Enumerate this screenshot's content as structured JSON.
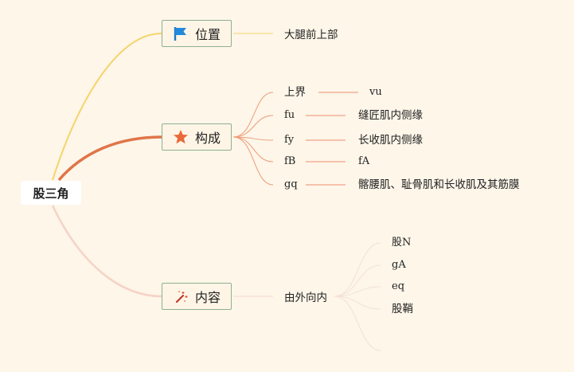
{
  "root": {
    "label": "股三角"
  },
  "branches": [
    {
      "label": "位置",
      "icon": "flag-icon",
      "color": "#f6cc55",
      "children": [
        {
          "label": "大腿前上部",
          "children": []
        }
      ]
    },
    {
      "label": "构成",
      "icon": "star-icon",
      "color": "#e07549",
      "children": [
        {
          "label": "上界",
          "children": [
            {
              "label": "vu"
            }
          ]
        },
        {
          "label": "fu",
          "children": [
            {
              "label": "缝匠肌内侧缘"
            }
          ]
        },
        {
          "label": "fy",
          "children": [
            {
              "label": "长收肌内侧缘"
            }
          ]
        },
        {
          "label": "fB",
          "children": [
            {
              "label": "fA"
            }
          ]
        },
        {
          "label": "gq",
          "children": [
            {
              "label": "髂腰肌、耻骨肌和长收肌及其筋膜"
            }
          ]
        }
      ]
    },
    {
      "label": "内容",
      "icon": "magic-wand-icon",
      "color": "#f4cfc4",
      "children": [
        {
          "label": "由外向内",
          "children": [
            {
              "label": "股N"
            },
            {
              "label": "gA"
            },
            {
              "label": "eq"
            },
            {
              "label": "股鞘"
            },
            {
              "label": ""
            }
          ]
        }
      ]
    }
  ]
}
